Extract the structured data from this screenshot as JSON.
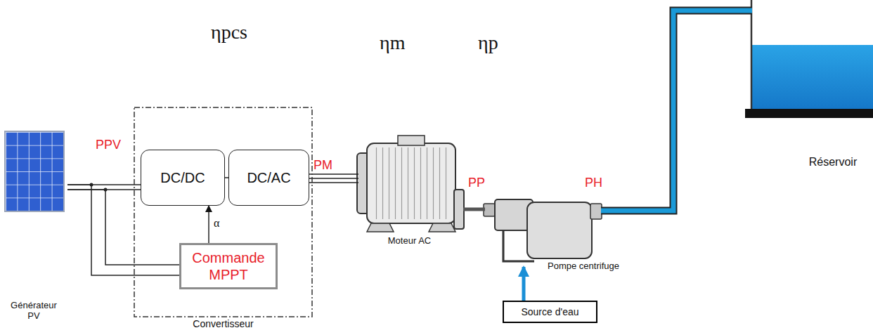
{
  "diagram": {
    "nodes": [
      {
        "text": [
          "Générateur PV"
        ]
      },
      {
        "text": [
          "Convertisseur"
        ]
      },
      {
        "text": [
          "DC/DC"
        ],
        "in": 1
      },
      {
        "text": [
          "DC/AC"
        ],
        "in": 1
      },
      {
        "text": [
          "Commande MPPT"
        ],
        "in": 1
      },
      {
        "text": [
          "Moteur AC"
        ]
      },
      {
        "text": [
          "Pompe centrifuge"
        ]
      },
      {
        "text": [
          "Source d'eau"
        ]
      },
      {
        "text": [
          "Réservoir"
        ]
      }
    ],
    "edges": [
      {
        "from": 0,
        "to": 2,
        "arrow": "none"
      },
      {
        "from": 0,
        "to": 4,
        "arrow": "none"
      },
      {
        "from": 4,
        "to": 2,
        "arrow": "to",
        "label": "α"
      },
      {
        "from": 2,
        "to": 3,
        "arrow": "none"
      },
      {
        "from": 3,
        "to": 5,
        "arrow": "none"
      },
      {
        "from": 5,
        "to": 6,
        "arrow": "none"
      },
      {
        "from": 7,
        "to": 6,
        "arrow": "to"
      },
      {
        "from": 6,
        "to": 8,
        "arrow": "none"
      }
    ],
    "labels": [
      "ηpcs",
      "ηm",
      "ηp",
      "PPV",
      "PM",
      "PP",
      "PH"
    ]
  }
}
